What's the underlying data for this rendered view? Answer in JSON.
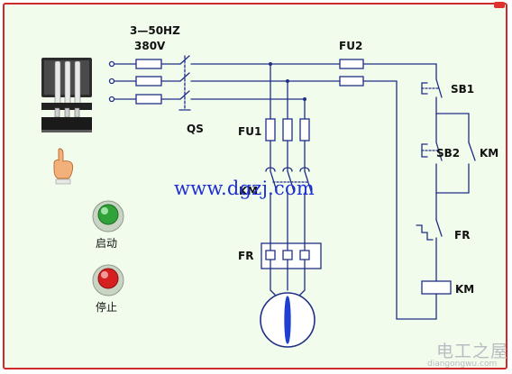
{
  "supply": {
    "freq_label": "3—50HZ",
    "voltage_label": "380V"
  },
  "components": {
    "qs": "QS",
    "fu1": "FU1",
    "fu2": "FU2",
    "km_main": "KM",
    "fr_main": "FR",
    "sb1": "SB1",
    "sb2": "SB2",
    "km_aux": "KM",
    "fr_aux": "FR",
    "km_coil": "KM"
  },
  "buttons": {
    "start_label": "启动",
    "stop_label": "停止"
  },
  "watermark": {
    "url": "www.dgzj.com",
    "logo": "电工之屋",
    "domain": "diangongwu.com"
  },
  "colors": {
    "panel_bg": "#f1fcec",
    "border": "#ce2a2a",
    "wire": "#1f2f86",
    "start_lamp": "#2fa33a",
    "stop_lamp": "#d62020",
    "watermark_url": "#1f2fd6"
  },
  "icons": [
    "three-phase-switch-icon",
    "pointing-hand-icon",
    "motor-icon"
  ]
}
